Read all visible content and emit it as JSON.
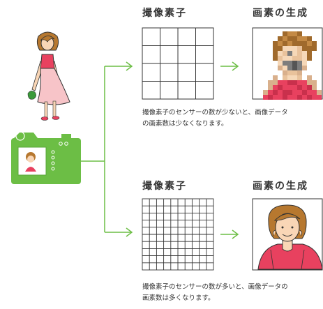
{
  "top": {
    "sensor_heading": "撮像素子",
    "pixel_heading": "画素の生成",
    "caption_line1": "撮像素子のセンサーの数が少ないと、画像データ",
    "caption_line2": "の画素数は少なくなります。"
  },
  "bottom": {
    "sensor_heading": "撮像素子",
    "pixel_heading": "画素の生成",
    "caption_line1": "撮像素子のセンサーの数が多いと、画像データの",
    "caption_line2": "画素数は多くなります。"
  },
  "colors": {
    "accent_green": "#6cbe45",
    "grid_line": "#333333",
    "dress": "#e8415f",
    "hair": "#b7782f",
    "skin": "#f9d6b6"
  },
  "icons": [
    "girl-illustration",
    "camera-icon",
    "arrow-icon"
  ]
}
